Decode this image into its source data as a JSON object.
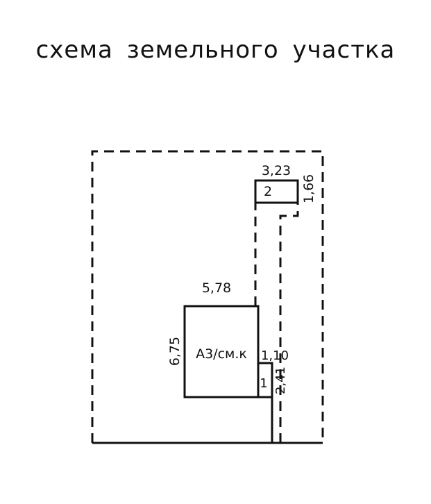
{
  "title": "схема земельного участка",
  "labels": {
    "house_width": "5,78",
    "house_height": "6,75",
    "house_name": "А3/см.к",
    "annex2_width": "3,23",
    "annex2_number": "2",
    "annex2_height": "1,66",
    "annex1_width": "1,10",
    "annex1_number": "1",
    "annex1_height": "2,41"
  },
  "colors": {
    "ink": "#111111",
    "background": "#ffffff"
  }
}
